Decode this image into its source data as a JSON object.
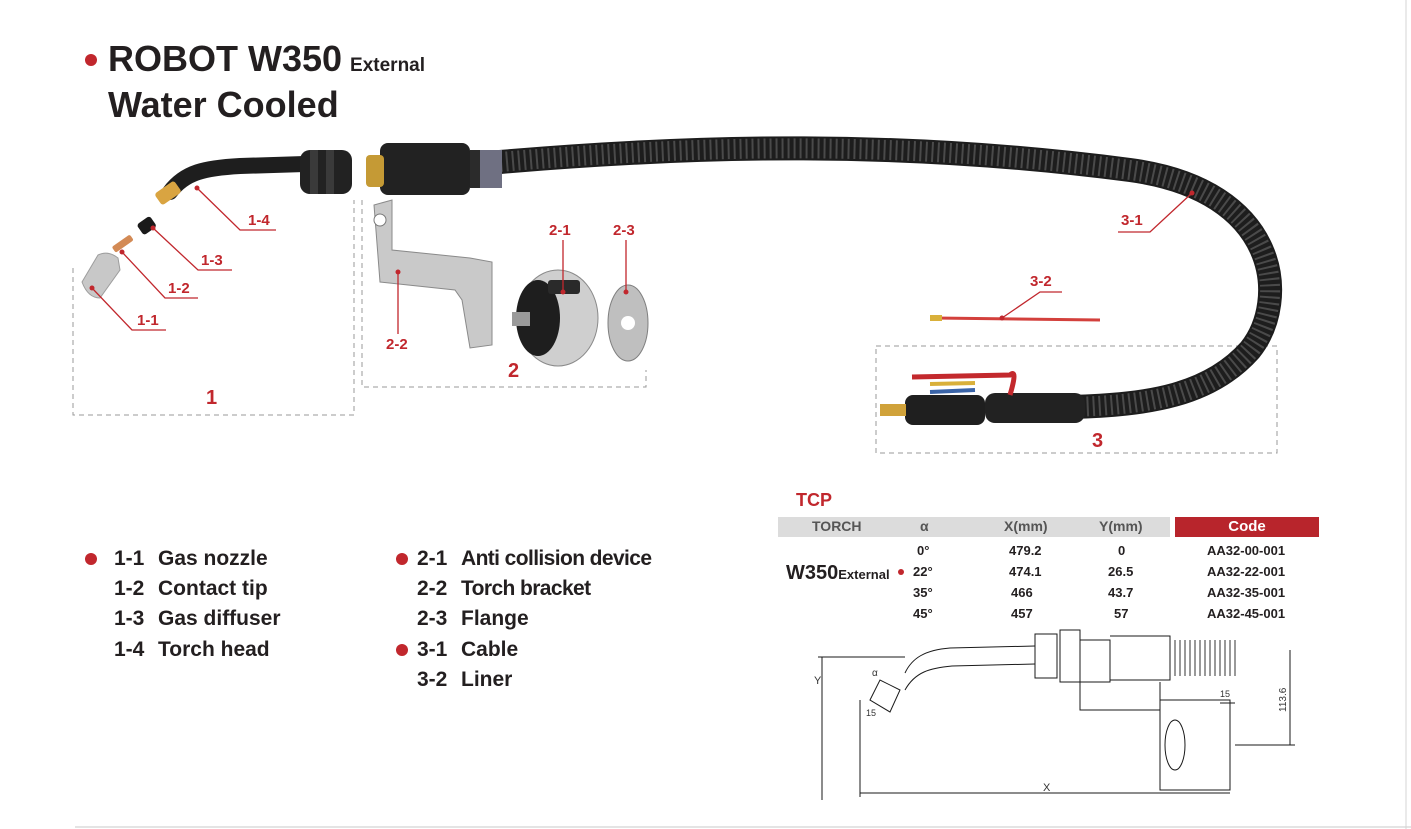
{
  "title": {
    "main": "ROBOT W350",
    "suffix": "External",
    "line2": "Water Cooled"
  },
  "callouts": {
    "c1_1": "1-1",
    "c1_2": "1-2",
    "c1_3": "1-3",
    "c1_4": "1-4",
    "c2_1": "2-1",
    "c2_2": "2-2",
    "c2_3": "2-3",
    "c3_1": "3-1",
    "c3_2": "3-2"
  },
  "groups": {
    "g1": "1",
    "g2": "2",
    "g3": "3"
  },
  "legend": {
    "col1": [
      {
        "code": "1-1",
        "name": "Gas nozzle"
      },
      {
        "code": "1-2",
        "name": "Contact tip"
      },
      {
        "code": "1-3",
        "name": "Gas diffuser"
      },
      {
        "code": "1-4",
        "name": "Torch head"
      }
    ],
    "col2": [
      {
        "code": "2-1",
        "name": "Anti collision device"
      },
      {
        "code": "2-2",
        "name": "Torch bracket"
      },
      {
        "code": "2-3",
        "name": "Flange"
      },
      {
        "code": "3-1",
        "name": "Cable"
      },
      {
        "code": "3-2",
        "name": "Liner"
      }
    ]
  },
  "tcp": {
    "title": "TCP",
    "headers": {
      "torch": "TORCH",
      "alpha": "α",
      "x": "X(mm)",
      "y": "Y(mm)",
      "code": "Code"
    },
    "model": "W350",
    "model_suffix": "External",
    "rows": [
      {
        "alpha": "0°",
        "x": "479.2",
        "y": "0",
        "code": "AA32-00-001"
      },
      {
        "alpha": "22°",
        "x": "474.1",
        "y": "26.5",
        "code": "AA32-22-001"
      },
      {
        "alpha": "35°",
        "x": "466",
        "y": "43.7",
        "code": "AA32-35-001"
      },
      {
        "alpha": "45°",
        "x": "457",
        "y": "57",
        "code": "AA32-45-001"
      }
    ]
  },
  "drawing": {
    "dim_y": "Y",
    "dim_x": "X",
    "dim_15a": "15",
    "dim_15b": "15",
    "dim_h": "113.6",
    "dim_a": "α"
  },
  "colors": {
    "accent": "#c1272d",
    "code_header": "#b8252c",
    "header_gray": "#dcdcdc"
  }
}
